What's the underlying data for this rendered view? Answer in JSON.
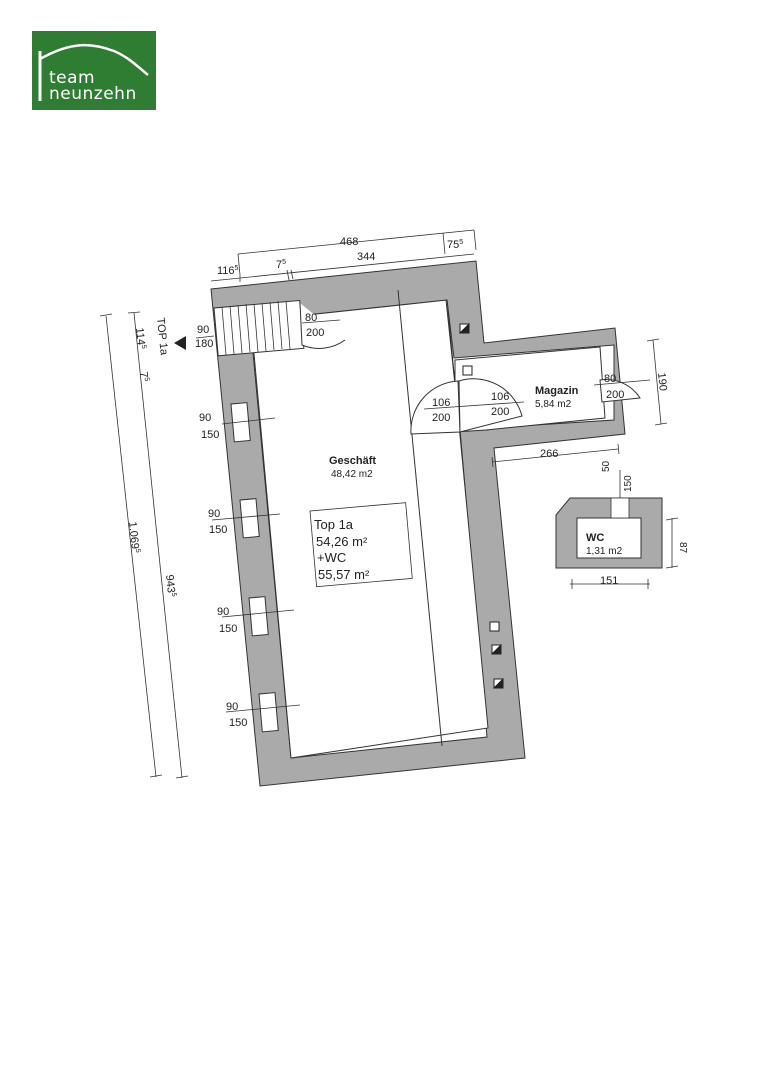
{
  "logo": {
    "line1": "team",
    "line2": "neunzehn"
  },
  "colors": {
    "logo_green": "#2e7d32",
    "wall_grey": "#a9aaa9",
    "line": "#333333"
  },
  "unit": {
    "label": "TOP 1a"
  },
  "dimensions": {
    "top_total": "468",
    "top_left": "116",
    "top_left_sup": "5",
    "top_mid_small": "7",
    "top_mid_small_sup": "5",
    "top_mid": "344",
    "top_right": "75",
    "top_right_sup": "5",
    "left_total": "1.069",
    "left_total_sup": "5",
    "left_inner": "943",
    "left_inner_sup": "5",
    "left_top": "114",
    "left_top_sup": "5",
    "left_small": "7",
    "left_small_sup": "5",
    "magazin_right": "190",
    "magazin_bottom": "266"
  },
  "openings": {
    "entry_w": "90",
    "entry_h": "180",
    "stair_door_w": "80",
    "stair_door_h": "200",
    "window1_w": "90",
    "window1_h": "150",
    "window2_w": "90",
    "window2_h": "150",
    "window3_w": "90",
    "window3_h": "150",
    "window4_w": "90",
    "window4_h": "150",
    "door_left_w": "106",
    "door_left_h": "200",
    "door_right_w": "106",
    "door_right_h": "200",
    "magazin_door_w": "80",
    "magazin_door_h": "200"
  },
  "rooms": {
    "shop_name": "Geschäft",
    "shop_area": "48,42 m2",
    "storage_name": "Magazin",
    "storage_area": "5,84 m2"
  },
  "summary": {
    "line1": "Top 1a",
    "line2": "54,26 m²",
    "line3": "+WC",
    "line4": "55,57 m²"
  },
  "wc": {
    "name": "WC",
    "area": "1,31 m2",
    "top_dim_1": "50",
    "top_dim_2": "150",
    "right_dim": "87",
    "bottom_dim": "151"
  }
}
